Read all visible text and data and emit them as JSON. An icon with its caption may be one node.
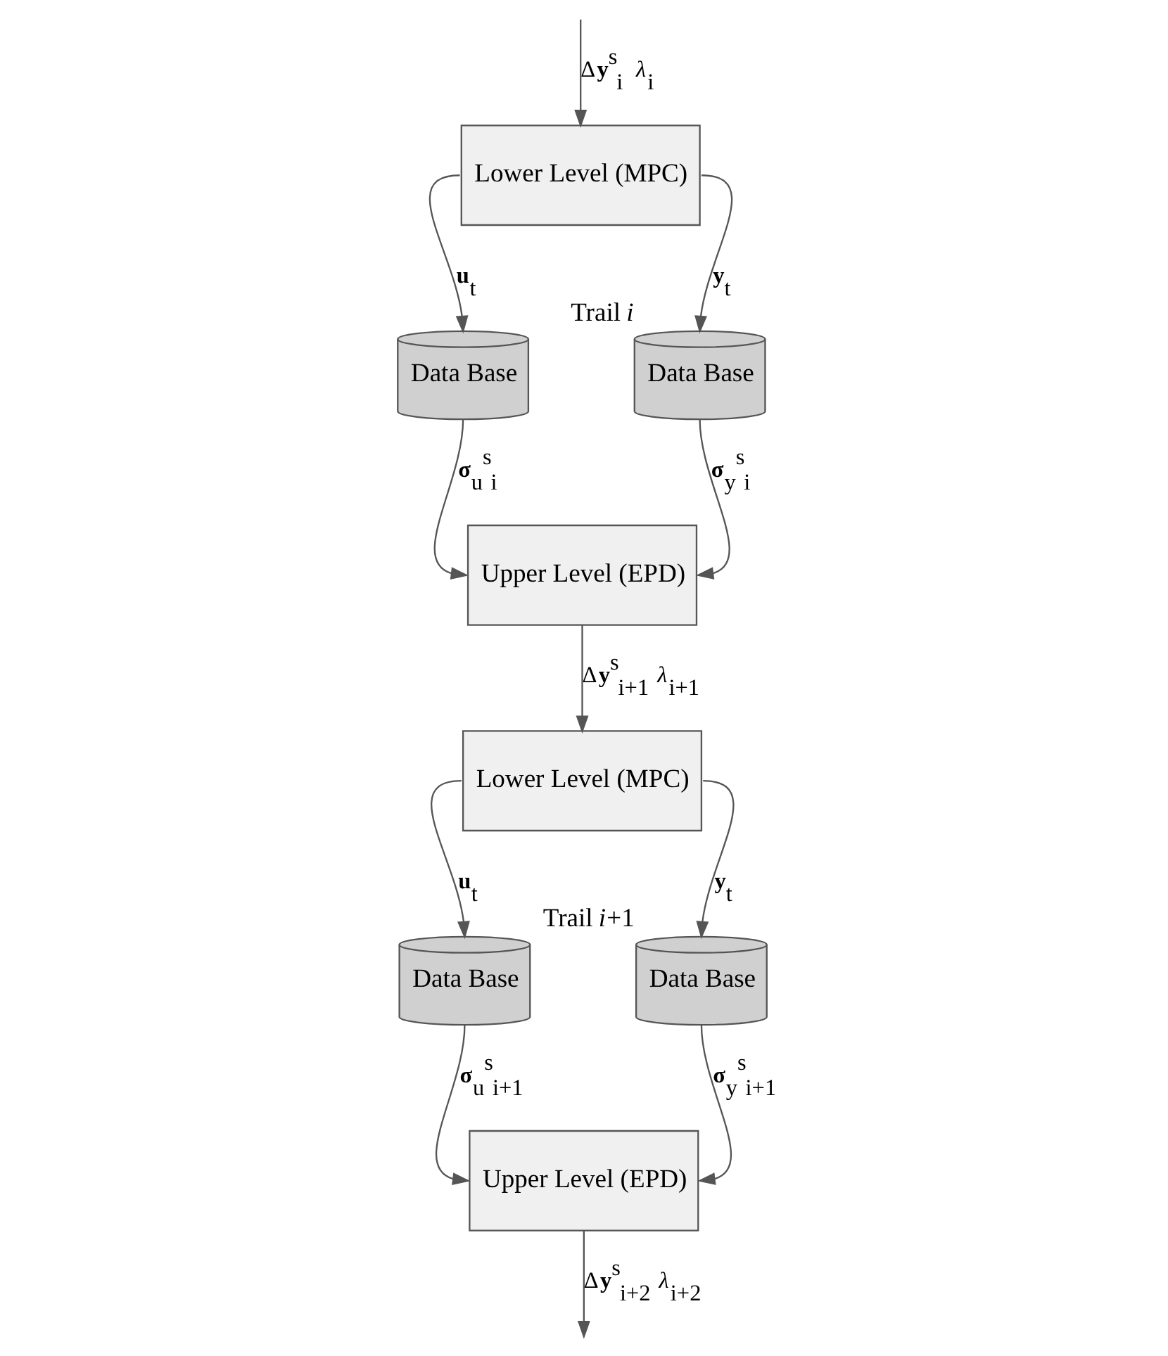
{
  "diagram": {
    "nodes": [
      {
        "text": [
          "Lower Level (MPC)"
        ]
      },
      {
        "text": [
          "Data Base"
        ]
      },
      {
        "text": [
          "Data Base"
        ],
        "beside": [
          "Trail *i*"
        ]
      },
      {
        "text": [
          "Upper Level (EPD)"
        ]
      },
      {
        "text": [
          "Lower Level (MPC)"
        ]
      },
      {
        "text": [
          "Data Base"
        ]
      },
      {
        "text": [
          "Data Base"
        ],
        "beside": [
          "Trail *i*+1"
        ]
      },
      {
        "text": [
          "Upper Level (EPD)"
        ]
      }
    ],
    "edges": [
      {
        "from": null,
        "to": 0,
        "arrow": "to",
        "label": "Δ**y**$^{s}$$_{i}$  *λ*$_{i}$"
      },
      {
        "from": 0,
        "to": 1,
        "arrow": "to",
        "label": "**u**$_{t}$"
      },
      {
        "from": 0,
        "to": 2,
        "arrow": "to",
        "label": "**y**$_{t}$"
      },
      {
        "from": 1,
        "to": 3,
        "arrow": "to",
        "label": "**σ**$_{u}$$^{s}$$_{i}$"
      },
      {
        "from": 2,
        "to": 3,
        "arrow": "to",
        "label": "**σ**$_{y}$$^{s}$$_{i}$"
      },
      {
        "from": 3,
        "to": 4,
        "arrow": "to",
        "label": "Δ**y**$^{s}$$_{i+1}$  *λ*$_{i+1}$"
      },
      {
        "from": 4,
        "to": 5,
        "arrow": "to",
        "label": "**u**$_{t}$"
      },
      {
        "from": 4,
        "to": 6,
        "arrow": "to",
        "label": "**y**$_{t}$"
      },
      {
        "from": 5,
        "to": 7,
        "arrow": "to",
        "label": "**σ**$_{u}$$^{s}$$_{i+1}$"
      },
      {
        "from": 6,
        "to": 7,
        "arrow": "to",
        "label": "**σ**$_{y}$$^{s}$$_{i+1}$"
      },
      {
        "from": 7,
        "to": null,
        "arrow": "to",
        "label": "Δ**y**$^{s}$$_{i+2}$  *λ*$_{i+2}$"
      }
    ]
  }
}
